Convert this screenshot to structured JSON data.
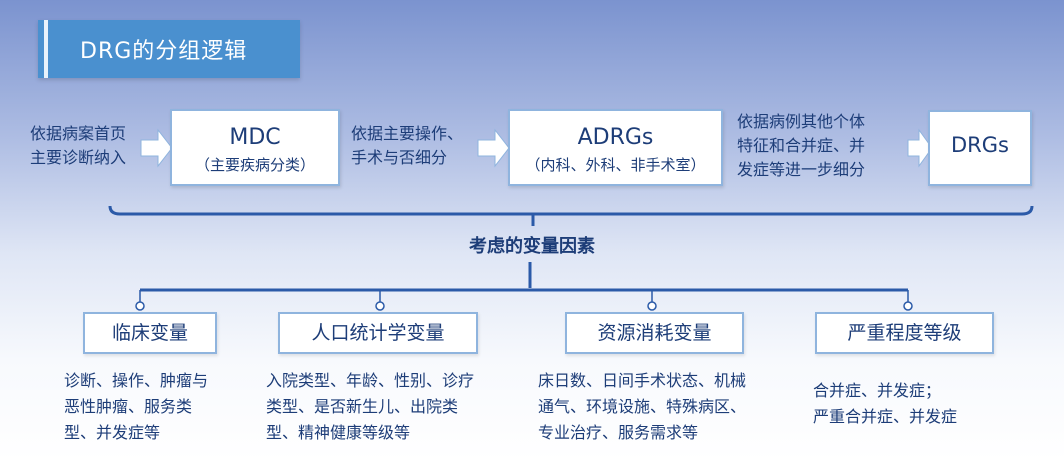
{
  "title": "DRG的分组逻辑",
  "flow": {
    "note1": [
      "依据病案首页",
      "主要诊断纳入"
    ],
    "box1": {
      "main": "MDC",
      "sub": "（主要疾病分类）"
    },
    "note2": [
      "依据主要操作、",
      "手术与否细分"
    ],
    "box2": {
      "main": "ADRGs",
      "sub": "（内科、外科、非手术室）"
    },
    "note3": [
      "依据病例其他个体",
      "特征和合并症、并",
      "发症等进一步细分"
    ],
    "box3": {
      "main": "DRGs"
    }
  },
  "factors_label": "考虑的变量因素",
  "variables": [
    {
      "name": "临床变量",
      "desc": [
        "诊断、操作、肿瘤与",
        "恶性肿瘤、服务类",
        "型、并发症等"
      ]
    },
    {
      "name": "人口统计学变量",
      "desc": [
        "入院类型、年龄、性别、诊疗",
        "类型、是否新生儿、出院类",
        "型、精神健康等级等"
      ]
    },
    {
      "name": "资源消耗变量",
      "desc": [
        "床日数、日间手术状态、机械",
        "通气、环境设施、特殊病区、",
        "专业治疗、服务需求等"
      ]
    },
    {
      "name": "严重程度等级",
      "desc": [
        "合并症、并发症；",
        "严重合并症、并发症"
      ]
    }
  ],
  "colors": {
    "accent": "#4a90cf",
    "text": "#1d3d78",
    "line": "#2b5aa8",
    "box_border": "#8fb4de"
  }
}
